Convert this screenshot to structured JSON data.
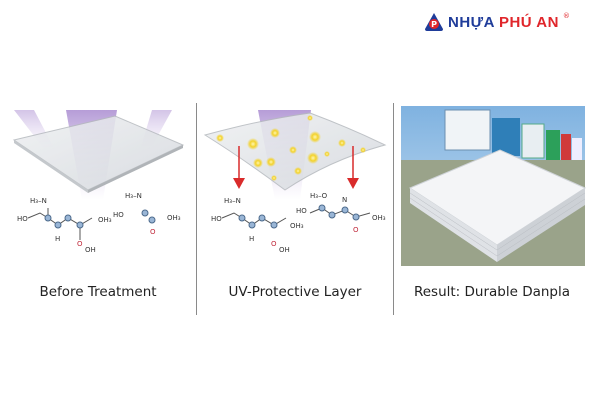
{
  "brand": {
    "name_part1": "NHỰA",
    "name_part2": "PHÚ AN",
    "registered": "®",
    "colors": {
      "blue": "#1f3c9a",
      "red": "#e0262b"
    }
  },
  "panels": [
    {
      "caption": "Before Treatment"
    },
    {
      "caption": "UV-Protective Layer"
    },
    {
      "caption": "Result: Durable Danpla"
    }
  ],
  "molecule_labels": {
    "h3n": "H₃–N",
    "ho": "HO",
    "h": "H",
    "oh": "OH",
    "oh3": "OH₃",
    "o": "O",
    "n": "N",
    "h3o": "H₃–O"
  },
  "colors": {
    "uv_light": "#b9a0d6",
    "arrow": "#d92b2b",
    "particle": "#f3d22c"
  }
}
